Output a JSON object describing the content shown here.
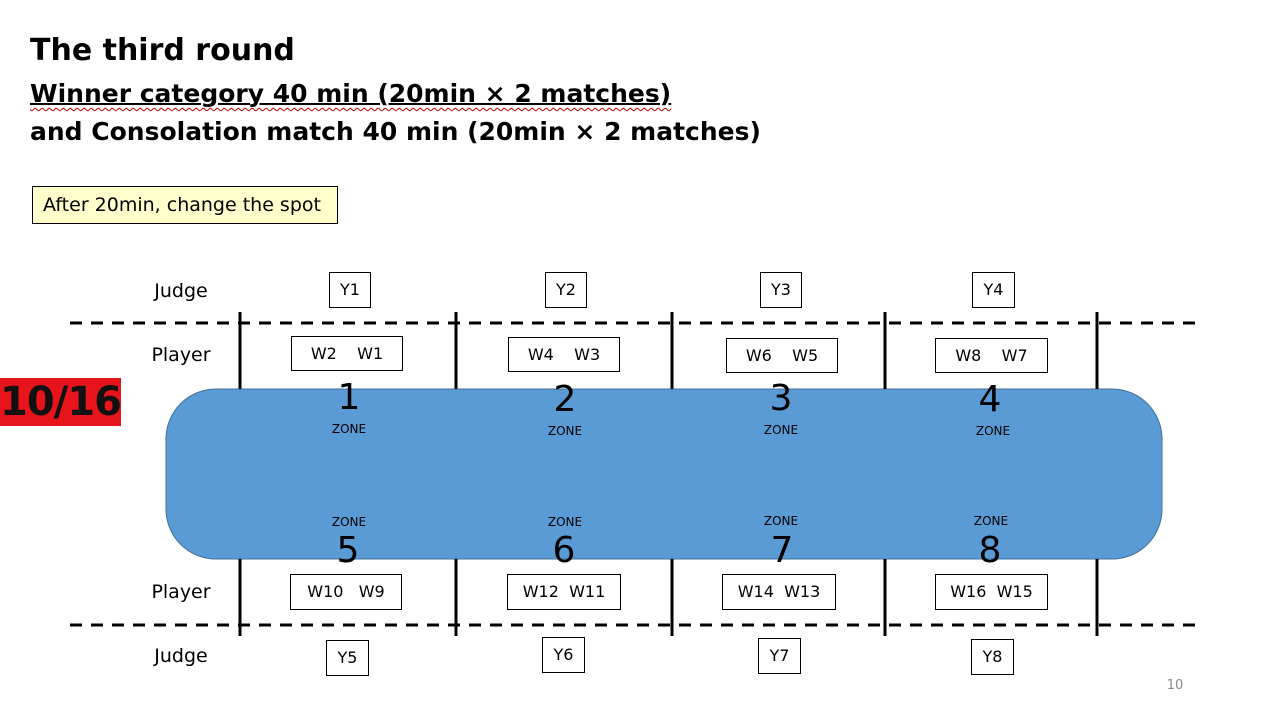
{
  "slide": {
    "title": "The third round",
    "subtitle_line1": "Winner category 40 min (20min × 2 matches)",
    "subtitle_line2": "and Consolation match 40 min (20min × 2 matches)",
    "note": "After 20min, change the spot",
    "date_badge": "10/16",
    "page_number": "10"
  },
  "colors": {
    "field": "#5b9bd5",
    "field_border": "#41719c",
    "note_background": "#ffffcc",
    "badge_background": "#e8141b"
  },
  "labels": {
    "judge_top": "Judge",
    "player_top": "Player",
    "player_bottom": "Player",
    "judge_bottom": "Judge"
  },
  "top_zones": [
    {
      "number": "1",
      "word": "ZONE",
      "players": "W2    W1",
      "judge": "Y1"
    },
    {
      "number": "2",
      "word": "ZONE",
      "players": "W4    W3",
      "judge": "Y2"
    },
    {
      "number": "3",
      "word": "ZONE",
      "players": "W6    W5",
      "judge": "Y3"
    },
    {
      "number": "4",
      "word": "ZONE",
      "players": "W8    W7",
      "judge": "Y4"
    }
  ],
  "bottom_zones": [
    {
      "number": "5",
      "word": "ZONE",
      "players": "W10   W9",
      "judge": "Y5"
    },
    {
      "number": "6",
      "word": "ZONE",
      "players": "W12  W11",
      "judge": "Y6"
    },
    {
      "number": "7",
      "word": "ZONE",
      "players": "W14  W13",
      "judge": "Y7"
    },
    {
      "number": "8",
      "word": "ZONE",
      "players": "W16  W15",
      "judge": "Y8"
    }
  ]
}
